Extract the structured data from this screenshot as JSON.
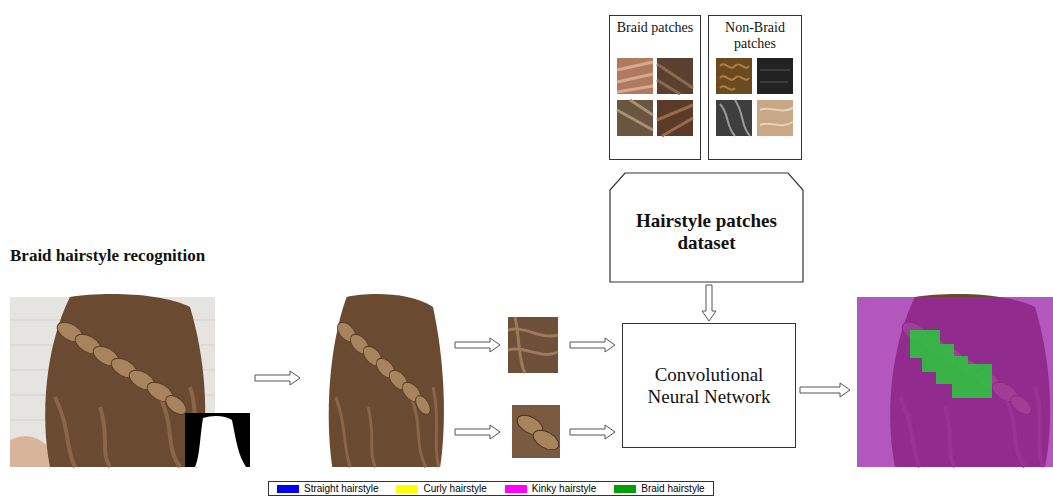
{
  "diagram": {
    "title": "Braid hairstyle recognition",
    "nodes": [
      {
        "text": [
          "Braid patches"
        ]
      },
      {
        "text": [
          "Non-Braid patches"
        ]
      },
      {
        "text": [
          "Hairstyle patches dataset"
        ]
      },
      {
        "text": [
          "Convolutional Neural Network"
        ]
      }
    ],
    "edges": [
      {
        "from": 2,
        "to": 3,
        "arrow": "to"
      }
    ],
    "legend": [
      {
        "text": "Straight hairstyle",
        "color": "#0000ff"
      },
      {
        "text": "Curly hairstyle",
        "color": "#ffff00"
      },
      {
        "text": "Kinky hairstyle",
        "color": "#ff00ff"
      },
      {
        "text": "Braid hairstyle",
        "color": "#00a000"
      }
    ]
  }
}
